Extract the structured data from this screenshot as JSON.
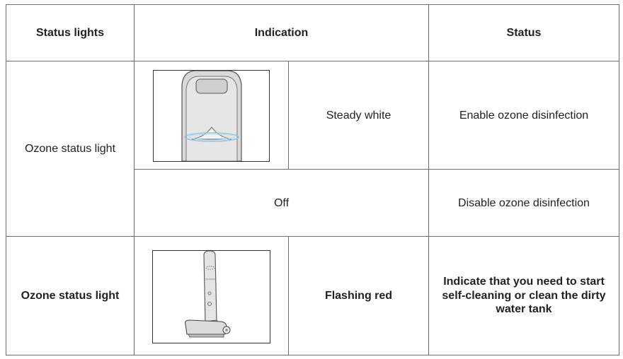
{
  "table": {
    "headers": {
      "status_lights": "Status lights",
      "indication": "Indication",
      "status": "Status"
    },
    "rows": [
      {
        "light": "Ozone status light",
        "indication_a": "Steady white",
        "status_a": "Enable ozone disinfection",
        "indication_b": "Off",
        "status_b": "Disable ozone disinfection"
      },
      {
        "light": "Ozone status light",
        "indication": "Flashing red",
        "status": "Indicate that you need to start self-cleaning or clean the dirty water tank"
      }
    ]
  },
  "colors": {
    "border": "#6e6e6e",
    "ring": "#8ec6e8"
  }
}
